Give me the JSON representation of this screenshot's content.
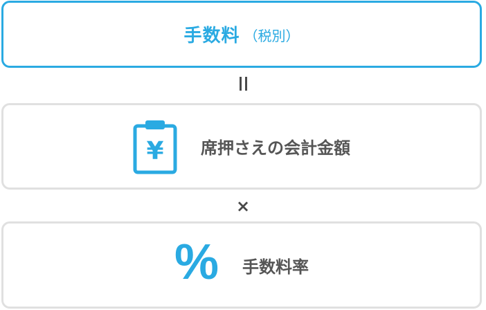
{
  "fee": {
    "title": "手数料",
    "note": "（税別）"
  },
  "operators": {
    "equals_icon": "equals-vertical-icon",
    "multiply": "×"
  },
  "items": {
    "amount": {
      "icon": "receipt-yen-icon",
      "icon_glyph": "¥",
      "label": "席押さえの会計金額"
    },
    "rate": {
      "icon": "percent-icon",
      "icon_glyph": "%",
      "label": "手数料率"
    }
  },
  "colors": {
    "accent": "#2aaae2",
    "border": "#e0e0e0",
    "text": "#555555"
  }
}
